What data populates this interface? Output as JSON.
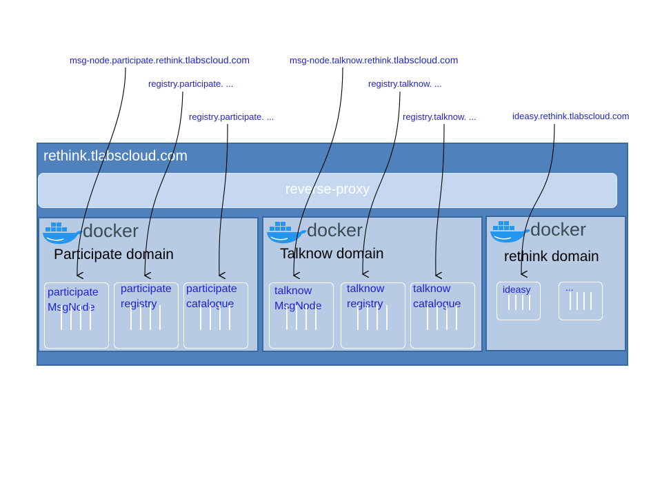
{
  "outer": {
    "title": "rethink.tlabscloud.com"
  },
  "proxy": {
    "label": "reverse-proxy"
  },
  "urls": [
    {
      "prefix": "msg-node.participate.rethink.",
      "suffix": "tlabscloud.com"
    },
    {
      "text": "registry.participate. ..."
    },
    {
      "text": "registry.participate. ..."
    },
    {
      "prefix": "msg-node.talknow.rethink.",
      "suffix": "tlabscloud.com"
    },
    {
      "text": "registry.talknow. ..."
    },
    {
      "text": "registry.talknow. ..."
    },
    {
      "text": "ideasy.rethink.tlabscloud.com"
    }
  ],
  "domains": [
    {
      "title": "Participate domain",
      "docker": "docker",
      "services": [
        {
          "line1": "participate",
          "line2": "MsgNode"
        },
        {
          "line1": "participate",
          "line2": "registry"
        },
        {
          "line1": "participate",
          "line2": "catalogue"
        }
      ]
    },
    {
      "title": "Talknow domain",
      "docker": "docker",
      "services": [
        {
          "line1": "talknow",
          "line2": "MsgNode"
        },
        {
          "line1": "talknow",
          "line2": "registry"
        },
        {
          "line1": "talknow",
          "line2": "catalogue"
        }
      ]
    },
    {
      "title": "rethink domain",
      "docker": "docker",
      "services": [
        {
          "line1": "ideasy",
          "line2": ""
        },
        {
          "line1": "...",
          "line2": ""
        }
      ]
    }
  ],
  "colors": {
    "outer": "#4f81bd",
    "domain": "#b7cbe4",
    "proxy": "#c6d8f0",
    "link_text": "#1f1fd0",
    "docker_blue": "#2496ed"
  }
}
